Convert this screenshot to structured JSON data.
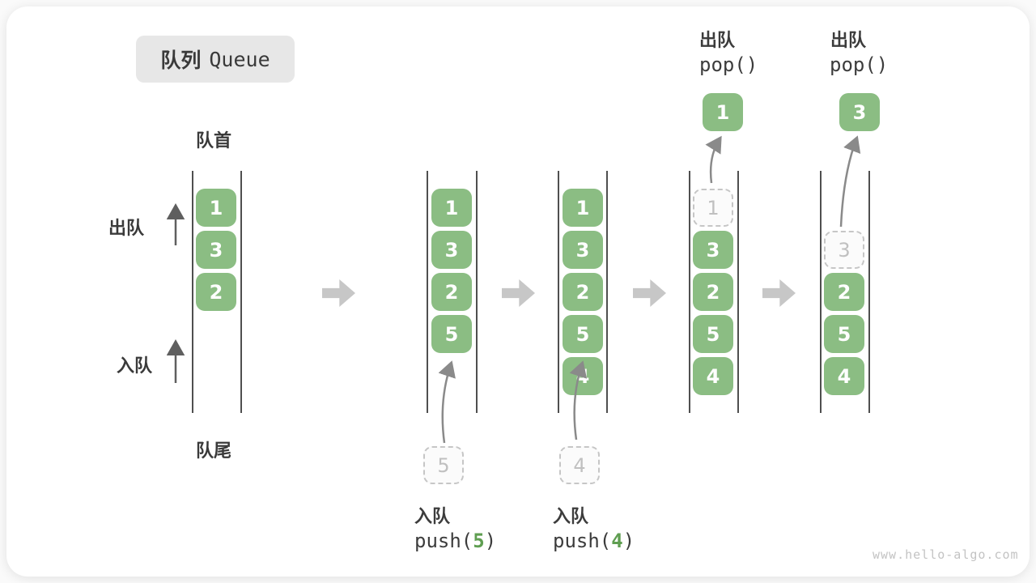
{
  "title": {
    "zh": "队列",
    "en": "Queue"
  },
  "side_labels": {
    "front": "队首",
    "rear": "队尾",
    "dequeue": "出队",
    "enqueue": "入队"
  },
  "queues": {
    "q1": {
      "items": [
        "1",
        "3",
        "2"
      ]
    },
    "q2": {
      "items": [
        "1",
        "3",
        "2",
        "5"
      ],
      "staged": "5"
    },
    "q3": {
      "items": [
        "1",
        "3",
        "2",
        "5",
        "4"
      ],
      "staged": "4"
    },
    "q4": {
      "ghost": "1",
      "items": [
        "3",
        "2",
        "5",
        "4"
      ],
      "popped": "1"
    },
    "q5": {
      "ghost": "3",
      "items": [
        "2",
        "5",
        "4"
      ],
      "popped": "3"
    }
  },
  "annotations": {
    "push5": {
      "label": "入队",
      "code_open": "push(",
      "arg": "5",
      "code_close": ")"
    },
    "push4": {
      "label": "入队",
      "code_open": "push(",
      "arg": "4",
      "code_close": ")"
    },
    "pop1": {
      "label": "出队",
      "code": "pop()"
    },
    "pop2": {
      "label": "出队",
      "code": "pop()"
    }
  },
  "watermark": "www.hello-algo.com",
  "colors": {
    "box_green": "#8bbd83",
    "code_arg_green": "#5f9e51",
    "block_arrow_gray": "#c7c7c7",
    "badge_gray": "#e7e7e7"
  }
}
